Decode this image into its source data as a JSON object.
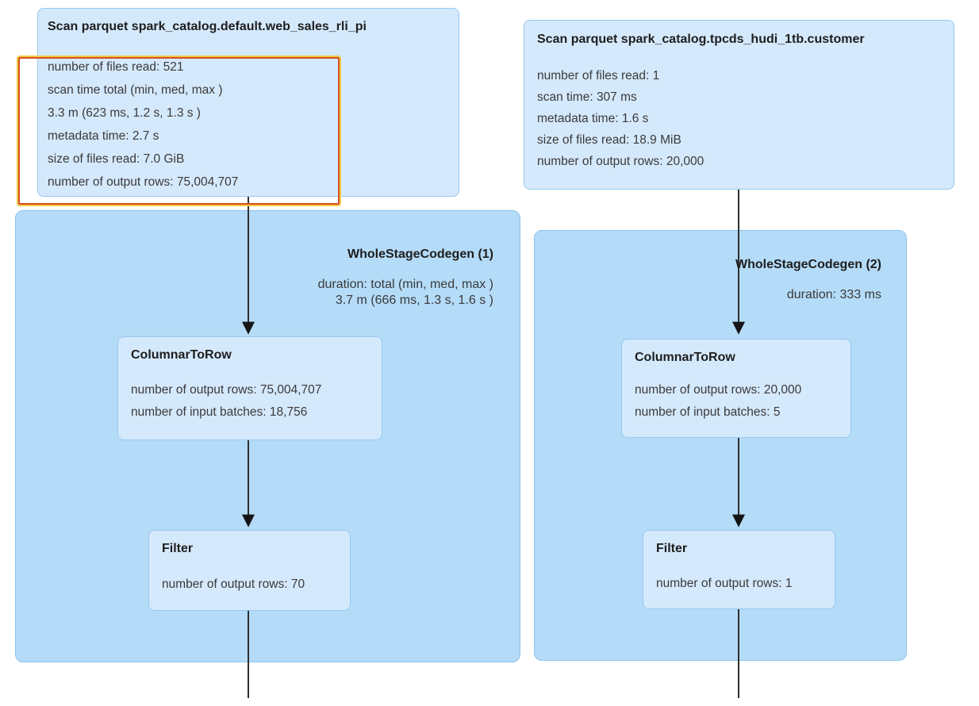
{
  "diagram": {
    "kind": "spark-sql-query-plan",
    "colors": {
      "cluster_fill": "#b4dbf8",
      "cluster_border": "#8ec3ee",
      "node_fill": "#d5e9fc",
      "node_border": "#97c8f1",
      "edge": "#2f2f2f",
      "highlight_border_inner": "#d4502b",
      "highlight_border_outer": "#f1c93e"
    }
  },
  "left": {
    "scan": {
      "title": "Scan parquet spark_catalog.default.web_sales_rli_pi",
      "metrics": [
        "number of files read: 521",
        "scan time total (min, med, max )",
        "3.3 m (623 ms, 1.2 s, 1.3 s )",
        "metadata time: 2.7 s",
        "size of files read: 7.0 GiB",
        "number of output rows: 75,004,707"
      ]
    },
    "codegen": {
      "title": "WholeStageCodegen (1)",
      "duration_lines": [
        "duration: total (min, med, max )",
        "3.7 m (666 ms, 1.3 s, 1.6 s )"
      ]
    },
    "columnar_to_row": {
      "title": "ColumnarToRow",
      "metrics": [
        "number of output rows: 75,004,707",
        "number of input batches: 18,756"
      ]
    },
    "filter": {
      "title": "Filter",
      "metrics": [
        "number of output rows: 70"
      ]
    }
  },
  "right": {
    "scan": {
      "title": "Scan parquet spark_catalog.tpcds_hudi_1tb.customer",
      "metrics": [
        "number of files read: 1",
        "scan time: 307 ms",
        "metadata time: 1.6 s",
        "size of files read: 18.9 MiB",
        "number of output rows: 20,000"
      ]
    },
    "codegen": {
      "title": "WholeStageCodegen (2)",
      "duration_lines": [
        "duration: 333 ms"
      ]
    },
    "columnar_to_row": {
      "title": "ColumnarToRow",
      "metrics": [
        "number of output rows: 20,000",
        "number of input batches: 5"
      ]
    },
    "filter": {
      "title": "Filter",
      "metrics": [
        "number of output rows: 1"
      ]
    }
  }
}
